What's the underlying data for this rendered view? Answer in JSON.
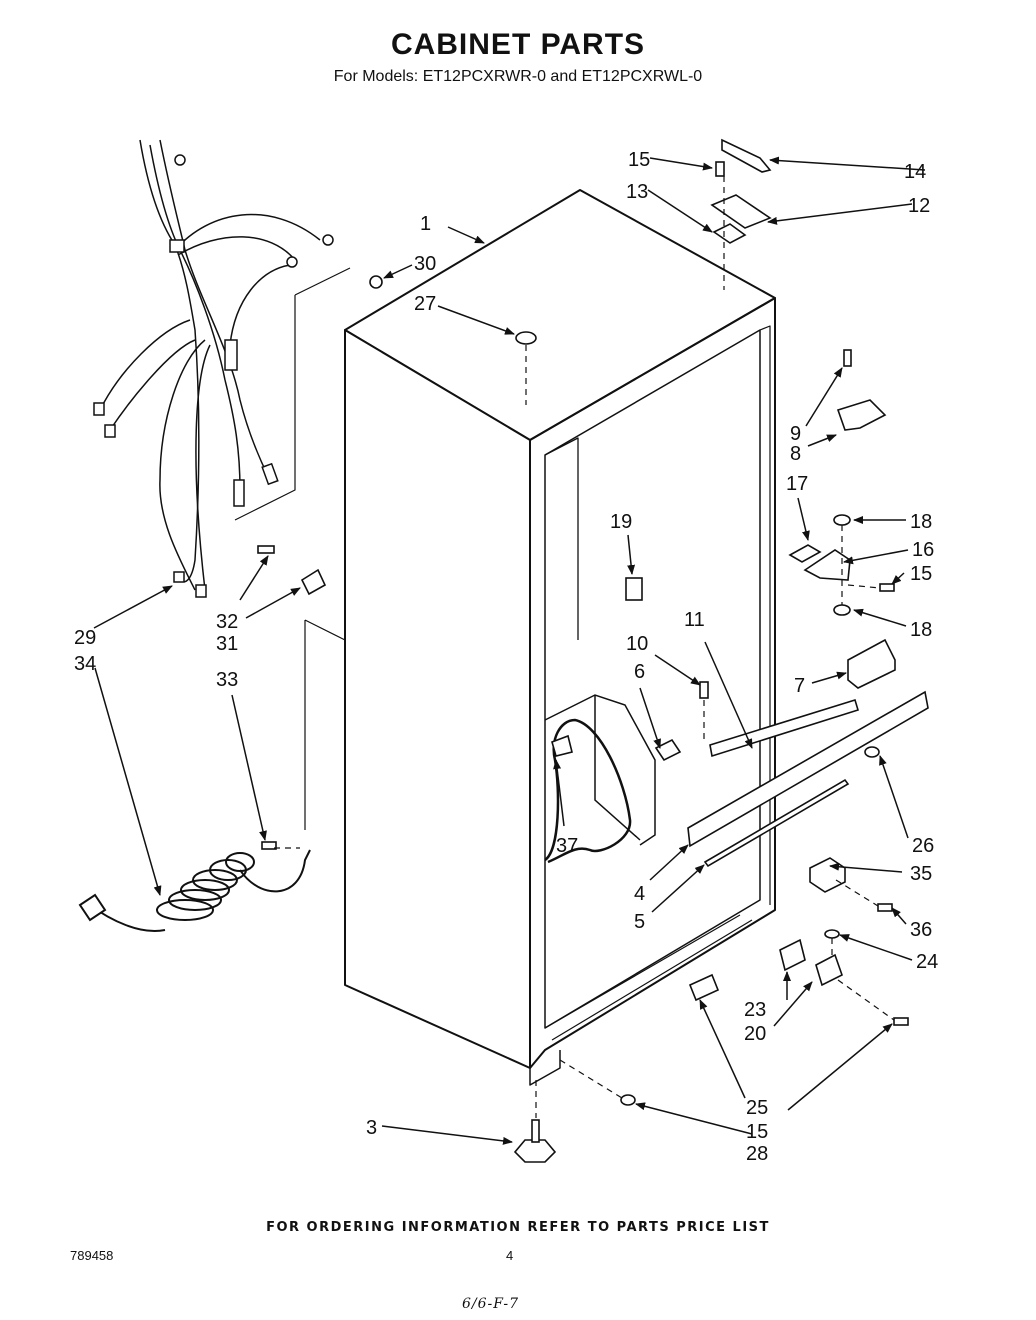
{
  "header": {
    "title": "CABINET PARTS",
    "subtitle": "For Models: ET12PCXRWR-0 and ET12PCXRWL-0"
  },
  "callouts": {
    "c1": "1",
    "c3": "3",
    "c4": "4",
    "c5": "5",
    "c6": "6",
    "c7": "7",
    "c8": "8",
    "c9": "9",
    "c10": "10",
    "c11": "11",
    "c12": "12",
    "c13": "13",
    "c14": "14",
    "c15a": "15",
    "c15b": "15",
    "c15c": "15",
    "c16": "16",
    "c17": "17",
    "c18a": "18",
    "c18b": "18",
    "c19": "19",
    "c20": "20",
    "c23": "23",
    "c24": "24",
    "c25": "25",
    "c26": "26",
    "c27": "27",
    "c28": "28",
    "c29": "29",
    "c30": "30",
    "c31": "31",
    "c32": "32",
    "c33": "33",
    "c34": "34",
    "c35": "35",
    "c36": "36",
    "c37": "37"
  },
  "footer": {
    "ordering_note": "FOR ORDERING INFORMATION REFER TO PARTS PRICE LIST",
    "doc_number": "789458",
    "page_number": "4",
    "handwritten_note": "6/6-F-7"
  }
}
